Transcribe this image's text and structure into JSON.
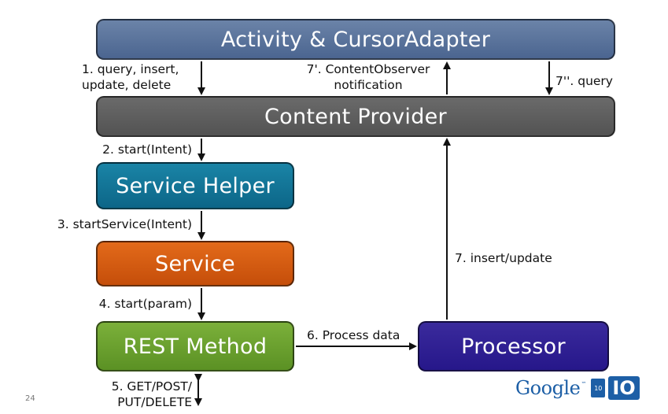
{
  "boxes": {
    "activity": "Activity & CursorAdapter",
    "content_provider": "Content Provider",
    "service_helper": "Service Helper",
    "service": "Service",
    "rest_method": "REST Method",
    "processor": "Processor"
  },
  "edges": {
    "step1_line1": "1. query, insert,",
    "step1_line2": "update, delete",
    "step7a_line1": "7'. ContentObserver",
    "step7a_line2": "notification",
    "step7b": "7''. query",
    "step2": "2. start(Intent)",
    "step3": "3. startService(Intent)",
    "step4": "4. start(param)",
    "step5_line1": "5. GET/POST/",
    "step5_line2": "PUT/DELETE",
    "step6": "6. Process data",
    "step7": "7. insert/update"
  },
  "footer": {
    "slide_number": "24",
    "logo_text": "Google",
    "logo_tm": "™",
    "logo_year": "10",
    "logo_io": "IO"
  }
}
